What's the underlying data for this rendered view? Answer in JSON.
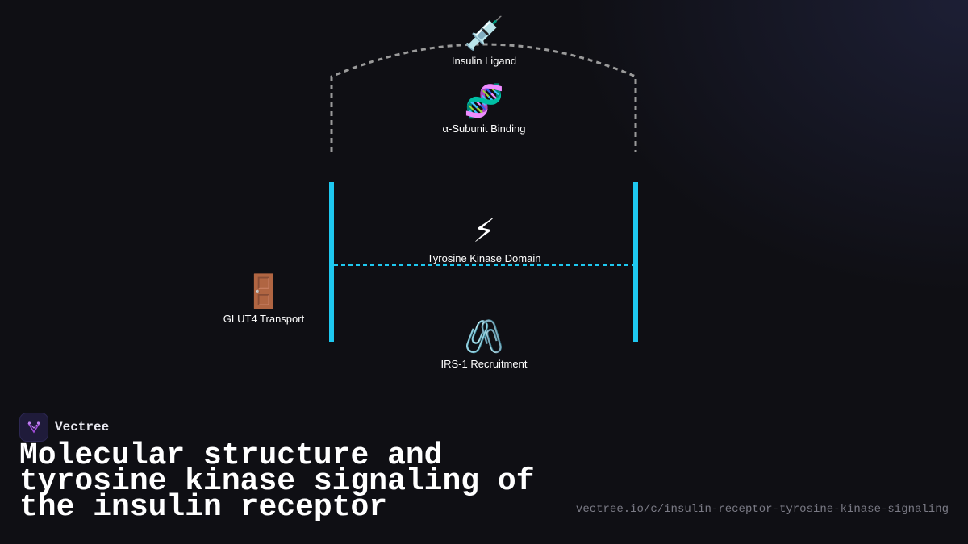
{
  "brand": {
    "name": "Vectree"
  },
  "title": "Molecular structure and tyrosine kinase signaling of the insulin receptor",
  "url": "vectree.io/c/insulin-receptor-tyrosine-kinase-signaling",
  "colors": {
    "background": "#0f0f14",
    "membrane": "#1ec8f0",
    "extracellular_outline": "#9a9a9a",
    "kinase_line": "#1ec8f0",
    "brand_accent": "#a04cd8"
  },
  "nodes": [
    {
      "id": "insulin-ligand",
      "icon": "syringe-icon",
      "emoji": "💉",
      "label": "Insulin Ligand"
    },
    {
      "id": "alpha-subunit",
      "icon": "dna-icon",
      "emoji": "🧬",
      "label": "α-Subunit Binding"
    },
    {
      "id": "tyrosine-kinase",
      "icon": "lightning-icon",
      "emoji": "⚡",
      "label": "Tyrosine Kinase Domain"
    },
    {
      "id": "glut4",
      "icon": "door-icon",
      "emoji": "🚪",
      "label": "GLUT4 Transport"
    },
    {
      "id": "irs1",
      "icon": "paperclip-icon",
      "emoji": "🖇️",
      "label": "IRS-1 Recruitment"
    }
  ]
}
